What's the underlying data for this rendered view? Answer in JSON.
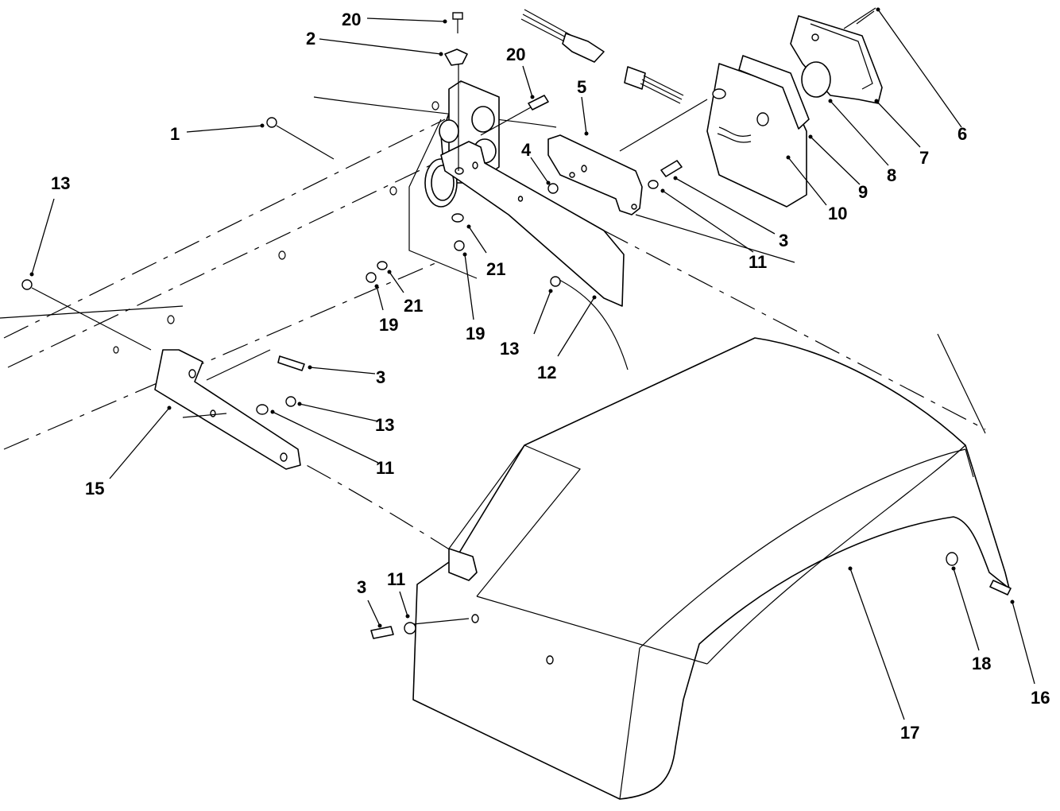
{
  "diagram": {
    "callouts": [
      {
        "id": "c20a",
        "text": "20"
      },
      {
        "id": "c2",
        "text": "2"
      },
      {
        "id": "c20b",
        "text": "20"
      },
      {
        "id": "c5",
        "text": "5"
      },
      {
        "id": "c1",
        "text": "1"
      },
      {
        "id": "c4",
        "text": "4"
      },
      {
        "id": "c6",
        "text": "6"
      },
      {
        "id": "c7",
        "text": "7"
      },
      {
        "id": "c8",
        "text": "8"
      },
      {
        "id": "c9",
        "text": "9"
      },
      {
        "id": "c10",
        "text": "10"
      },
      {
        "id": "c3a",
        "text": "3"
      },
      {
        "id": "c11a",
        "text": "11"
      },
      {
        "id": "c13a",
        "text": "13"
      },
      {
        "id": "c21a",
        "text": "21"
      },
      {
        "id": "c21b",
        "text": "21"
      },
      {
        "id": "c19a",
        "text": "19"
      },
      {
        "id": "c19b",
        "text": "19"
      },
      {
        "id": "c13b",
        "text": "13"
      },
      {
        "id": "c12",
        "text": "12"
      },
      {
        "id": "c3b",
        "text": "3"
      },
      {
        "id": "c13c",
        "text": "13"
      },
      {
        "id": "c11b",
        "text": "11"
      },
      {
        "id": "c15",
        "text": "15"
      },
      {
        "id": "c3c",
        "text": "3"
      },
      {
        "id": "c11c",
        "text": "11"
      },
      {
        "id": "c17",
        "text": "17"
      },
      {
        "id": "c18",
        "text": "18"
      },
      {
        "id": "c16",
        "text": "16"
      }
    ]
  }
}
